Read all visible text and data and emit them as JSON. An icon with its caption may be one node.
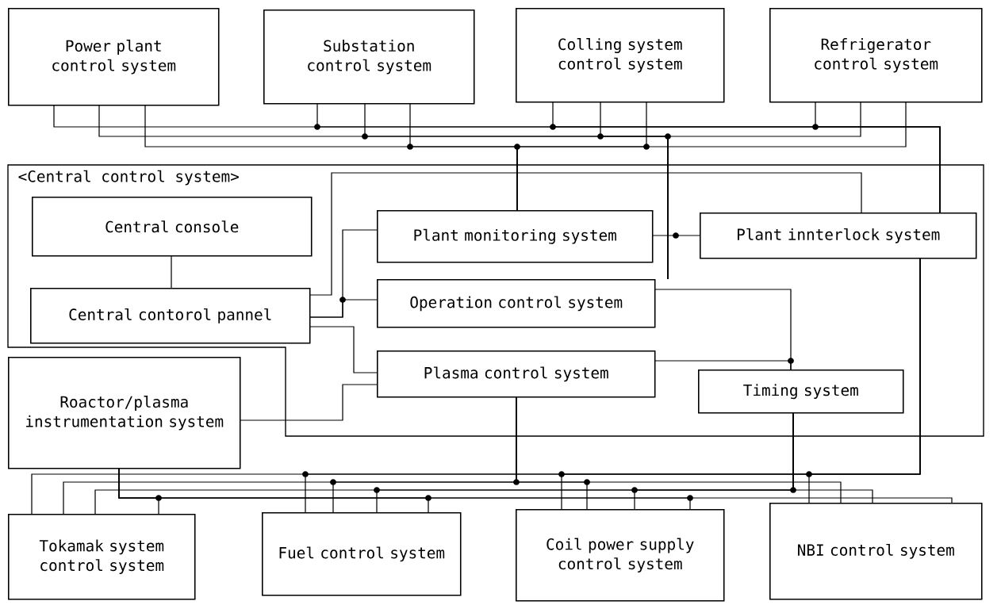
{
  "diagram": {
    "nodes": [
      {
        "text": [
          "Power plant control system"
        ]
      },
      {
        "text": [
          "Substation control system"
        ]
      },
      {
        "text": [
          "Colling system control system"
        ]
      },
      {
        "text": [
          "Refrigerator control system"
        ]
      },
      {
        "text": [
          "<Central control system>"
        ]
      },
      {
        "text": [
          "Central console"
        ],
        "in": 4
      },
      {
        "text": [
          "Central contorol pannel"
        ],
        "in": 4
      },
      {
        "text": [
          "Plant monitoring system"
        ],
        "in": 4
      },
      {
        "text": [
          "Plant innterlock system"
        ],
        "in": 4
      },
      {
        "text": [
          "Operation control system"
        ],
        "in": 4
      },
      {
        "text": [
          "Plasma control system"
        ],
        "in": 4
      },
      {
        "text": [
          "Timing system"
        ],
        "in": 4
      },
      {
        "text": [
          "Roactor/plasma instrumentation system"
        ]
      },
      {
        "text": [
          "Tokamak system control system"
        ]
      },
      {
        "text": [
          "Fuel control system"
        ]
      },
      {
        "text": [
          "Coil power supply control system"
        ]
      },
      {
        "text": [
          "NBI control system"
        ]
      }
    ],
    "edges": [
      {
        "from": 5,
        "to": 6,
        "arrow": "none"
      },
      {
        "from": 6,
        "to": 7,
        "arrow": "none"
      },
      {
        "from": 6,
        "to": 8,
        "arrow": "none"
      },
      {
        "from": 6,
        "to": 9,
        "arrow": "none"
      },
      {
        "from": 6,
        "to": 10,
        "arrow": "none"
      },
      {
        "from": 7,
        "to": 8,
        "arrow": "none"
      },
      {
        "from": 9,
        "to": 11,
        "arrow": "none"
      },
      {
        "from": 10,
        "to": 11,
        "arrow": "none"
      },
      {
        "from": 12,
        "to": 10,
        "arrow": "none"
      },
      {
        "from": 0,
        "to": 8,
        "arrow": "none"
      },
      {
        "from": 1,
        "to": 8,
        "arrow": "none"
      },
      {
        "from": 2,
        "to": 8,
        "arrow": "none"
      },
      {
        "from": 3,
        "to": 8,
        "arrow": "none"
      },
      {
        "from": 0,
        "to": 9,
        "arrow": "none"
      },
      {
        "from": 1,
        "to": 9,
        "arrow": "none"
      },
      {
        "from": 2,
        "to": 9,
        "arrow": "none"
      },
      {
        "from": 3,
        "to": 9,
        "arrow": "none"
      },
      {
        "from": 0,
        "to": 7,
        "arrow": "none"
      },
      {
        "from": 1,
        "to": 7,
        "arrow": "none"
      },
      {
        "from": 2,
        "to": 7,
        "arrow": "none"
      },
      {
        "from": 3,
        "to": 7,
        "arrow": "none"
      },
      {
        "from": 8,
        "to": 13,
        "arrow": "none"
      },
      {
        "from": 8,
        "to": 14,
        "arrow": "none"
      },
      {
        "from": 8,
        "to": 15,
        "arrow": "none"
      },
      {
        "from": 8,
        "to": 16,
        "arrow": "none"
      },
      {
        "from": 10,
        "to": 13,
        "arrow": "none"
      },
      {
        "from": 10,
        "to": 14,
        "arrow": "none"
      },
      {
        "from": 10,
        "to": 15,
        "arrow": "none"
      },
      {
        "from": 10,
        "to": 16,
        "arrow": "none"
      },
      {
        "from": 11,
        "to": 13,
        "arrow": "none"
      },
      {
        "from": 11,
        "to": 14,
        "arrow": "none"
      },
      {
        "from": 11,
        "to": 15,
        "arrow": "none"
      },
      {
        "from": 11,
        "to": 16,
        "arrow": "none"
      },
      {
        "from": 12,
        "to": 13,
        "arrow": "none"
      },
      {
        "from": 12,
        "to": 14,
        "arrow": "none"
      },
      {
        "from": 12,
        "to": 15,
        "arrow": "none"
      },
      {
        "from": 12,
        "to": 16,
        "arrow": "none"
      }
    ]
  }
}
